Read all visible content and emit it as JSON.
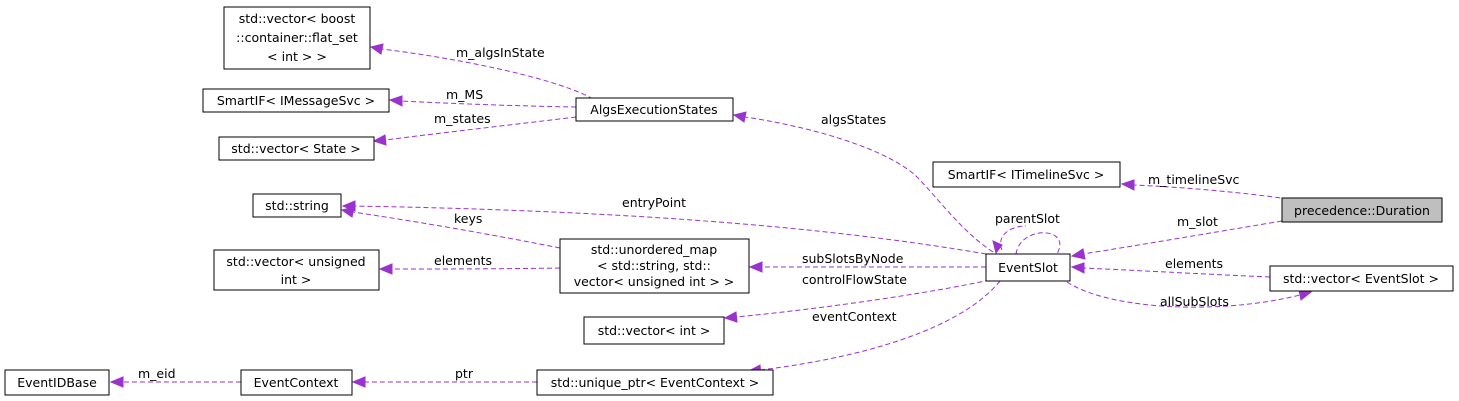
{
  "diagram": {
    "nodes": {
      "vec_flat_set": [
        "std::vector< boost",
        "::container::flat_set",
        "< int > >"
      ],
      "smartif_msg": [
        "SmartIF< IMessageSvc >"
      ],
      "vec_state": [
        "std::vector< State >"
      ],
      "algs_exec": [
        "AlgsExecutionStates"
      ],
      "string": [
        "std::string"
      ],
      "vec_uint": [
        "std::vector< unsigned",
        "int >"
      ],
      "unordered_map": [
        "std::unordered_map",
        "< std::string, std::",
        "vector< unsigned int > >"
      ],
      "vec_int": [
        "std::vector< int >"
      ],
      "eventidbase": [
        "EventIDBase"
      ],
      "eventcontext": [
        "EventContext"
      ],
      "unique_ptr": [
        "std::unique_ptr< EventContext >"
      ],
      "smartif_timeline": [
        "SmartIF< ITimelineSvc >"
      ],
      "duration": [
        "precedence::Duration"
      ],
      "eventslot": [
        "EventSlot"
      ],
      "vec_eventslot": [
        "std::vector< EventSlot >"
      ]
    },
    "edges": {
      "m_algsInState": "m_algsInState",
      "m_MS": "m_MS",
      "m_states": "m_states",
      "algsStates": "algsStates",
      "entryPoint": "entryPoint",
      "keys": "keys",
      "elements_map": "elements",
      "subSlotsByNode": "subSlotsByNode",
      "controlFlowState": "controlFlowState",
      "eventContext": "eventContext",
      "ptr": "ptr",
      "m_eid": "m_eid",
      "m_timelineSvc": "m_timelineSvc",
      "m_slot": "m_slot",
      "parentSlot": "parentSlot",
      "elements_vec": "elements",
      "allSubSlots": "allSubSlots"
    }
  }
}
